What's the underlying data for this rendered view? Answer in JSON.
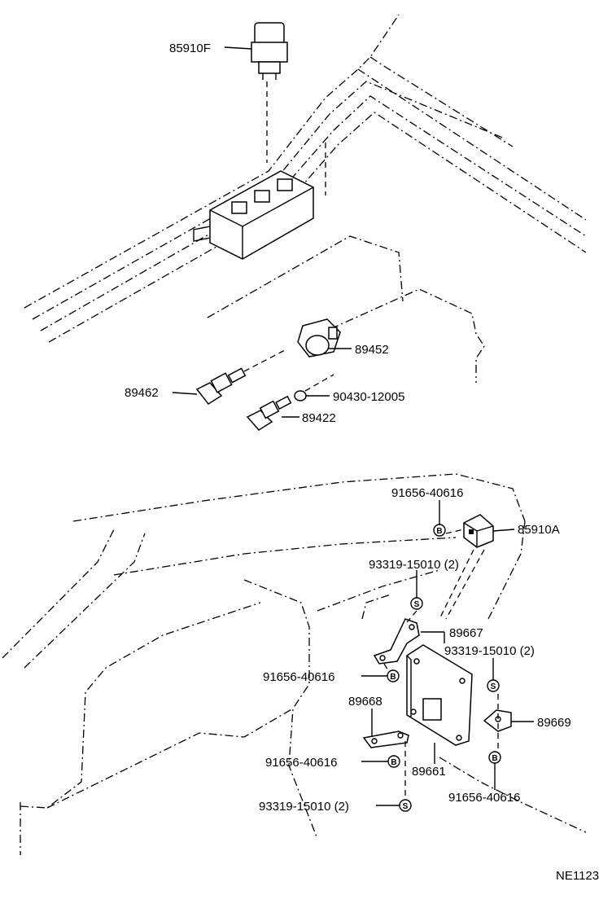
{
  "diagram": {
    "drawing_code": "NE1123",
    "labels": {
      "relay_top": "85910F",
      "sensor_89452": "89452",
      "sensor_89462": "89462",
      "gasket": "90430-12005",
      "sensor_89422": "89422",
      "bolt_top": "91656-40616",
      "relay_85910a": "85910A",
      "screw_top": "93319-15010 (2)",
      "bracket_89667": "89667",
      "screw_right": "93319-15010 (2)",
      "bolt_left": "91656-40616",
      "bracket_89668": "89668",
      "bracket_89669": "89669",
      "bolt_lower": "91656-40616",
      "ecu_89661": "89661",
      "bolt_right": "91656-40616",
      "screw_bottom": "93319-15010 (2)"
    },
    "markers": {
      "bolt_symbol": "B",
      "screw_symbol": "S"
    }
  }
}
